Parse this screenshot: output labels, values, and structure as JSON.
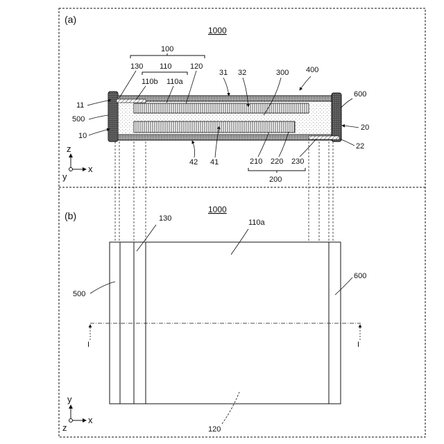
{
  "figure_a": {
    "panel_label": "(a)",
    "title": "1000",
    "labels": {
      "l100": "100",
      "l110": "110",
      "l130": "130",
      "l120": "120",
      "l110b": "110b",
      "l110a": "110a",
      "l31": "31",
      "l32": "32",
      "l300": "300",
      "l400": "400",
      "l600": "600",
      "l11": "11",
      "l500": "500",
      "l10": "10",
      "l20": "20",
      "l22": "22",
      "l42": "42",
      "l41": "41",
      "l210": "210",
      "l220": "220",
      "l230": "230",
      "l200": "200"
    },
    "axes": {
      "up": "z",
      "right": "x",
      "origin": "y"
    }
  },
  "figure_b": {
    "panel_label": "(b)",
    "title": "1000",
    "labels": {
      "l130": "130",
      "l110a": "110a",
      "l500": "500",
      "l600": "600",
      "l120": "120",
      "lI_left": "I",
      "lI_right": "I"
    },
    "axes": {
      "up": "y",
      "right": "x",
      "origin": "z"
    }
  }
}
